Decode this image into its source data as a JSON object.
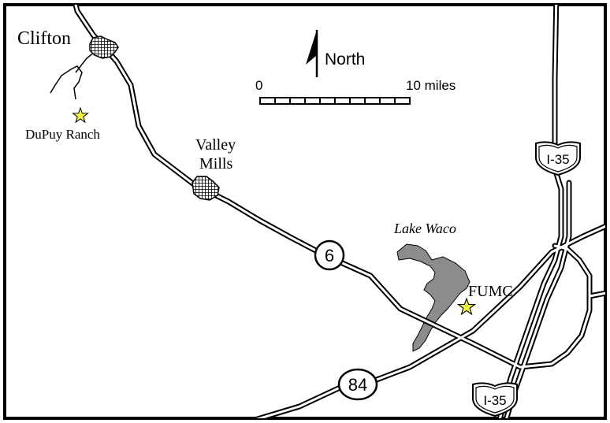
{
  "map": {
    "places": {
      "clifton": "Clifton",
      "dupuy_ranch": "DuPuy Ranch",
      "valley_mills_line1": "Valley",
      "valley_mills_line2": "Mills",
      "lake_waco": "Lake Waco",
      "fumc": "FUMC"
    },
    "compass": {
      "label": "North"
    },
    "scale_bar": {
      "start_label": "0",
      "end_label": "10 miles"
    },
    "route_shields": {
      "hwy6": "6",
      "hwy84": "84",
      "i35_north": "I-35",
      "i35_south": "I-35"
    },
    "colors": {
      "star": "#f0f53c",
      "lake": "#8c8c8c",
      "stroke": "#000000",
      "background": "#ffffff"
    }
  }
}
